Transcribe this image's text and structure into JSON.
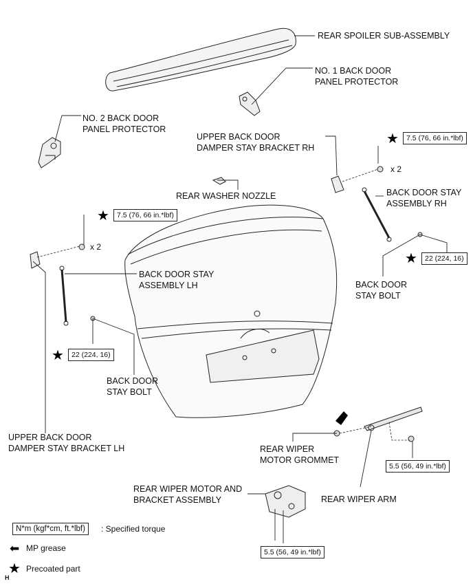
{
  "labels": {
    "rear_spoiler": "REAR SPOILER SUB-ASSEMBLY",
    "no1_protector": "NO. 1 BACK DOOR\nPANEL PROTECTOR",
    "no2_protector": "NO. 2 BACK DOOR\nPANEL PROTECTOR",
    "upper_bracket_rh": "UPPER BACK DOOR\nDAMPER STAY BRACKET RH",
    "washer_nozzle": "REAR WASHER NOZZLE",
    "stay_rh": "BACK DOOR STAY\nASSEMBLY RH",
    "stay_lh": "BACK DOOR STAY\nASSEMBLY LH",
    "bolt_rh": "BACK DOOR\nSTAY BOLT",
    "bolt_lh": "BACK DOOR\nSTAY BOLT",
    "upper_bracket_lh": "UPPER BACK DOOR\nDAMPER STAY BRACKET LH",
    "wiper_grommet": "REAR WIPER\nMOTOR GROMMET",
    "wiper_arm": "REAR WIPER ARM",
    "wiper_motor": "REAR WIPER MOTOR AND\nBRACKET ASSEMBLY"
  },
  "torques": {
    "bracket_rh": "7.5 (76, 66 in.*lbf)",
    "bracket_lh": "7.5 (76, 66 in.*lbf)",
    "bolt_rh": "22 (224, 16)",
    "bolt_lh": "22 (224, 16)",
    "wiper_arm": "5.5 (56, 49 in.*lbf)",
    "wiper_motor": "5.5 (56, 49 in.*lbf)"
  },
  "quantities": {
    "bracket_rh": "x 2",
    "bracket_lh": "x 2"
  },
  "legend": {
    "torque_unit": "N*m (kgf*cm, ft.*lbf)",
    "torque_desc": ": Specified torque",
    "grease_desc": "MP grease",
    "precoated_desc": "Precoated part"
  },
  "symbols": {
    "star": "★",
    "arrow": "⬅"
  },
  "corner_mark": "H"
}
